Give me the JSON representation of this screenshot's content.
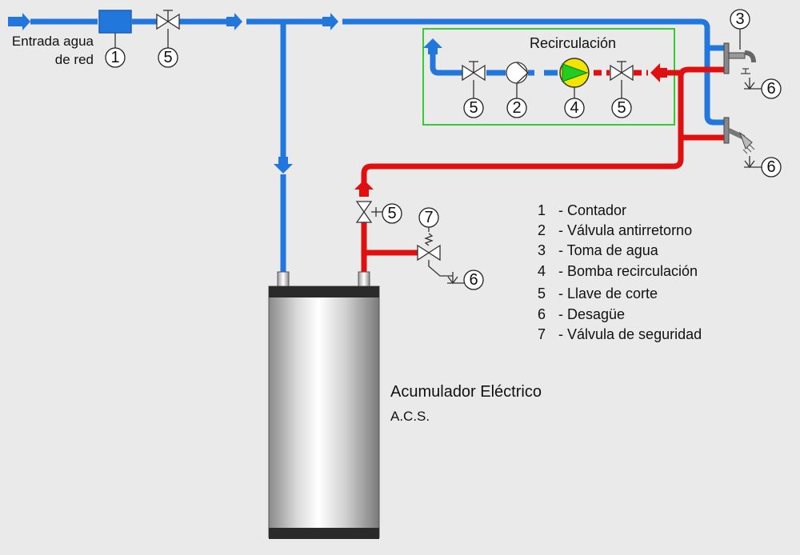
{
  "labels": {
    "inlet_line1": "Entrada agua",
    "inlet_line2": "de red",
    "recirculation": "Recirculación",
    "tank_title": "Acumulador Eléctrico",
    "tank_subtitle": "A.C.S."
  },
  "callouts": {
    "meter": "1",
    "valve_inlet": "5",
    "outlet_top": "3",
    "drain_top": "6",
    "drain_mid": "6",
    "valve_recirc_left": "5",
    "check_valve": "2",
    "pump": "4",
    "valve_recirc_right": "5",
    "valve_hot": "5",
    "safety_valve": "7",
    "drain_safety": "6"
  },
  "legend": [
    {
      "num": "1",
      "text": "- Contador"
    },
    {
      "num": "2",
      "text": "- Válvula antirretorno"
    },
    {
      "num": "3",
      "text": "- Toma de agua"
    },
    {
      "num": "4",
      "text": "- Bomba recirculación"
    },
    {
      "num": "5",
      "text": "- Llave de corte"
    },
    {
      "num": "6",
      "text": "- Desagüe"
    },
    {
      "num": "7",
      "text": "- Válvula de seguridad"
    }
  ],
  "colors": {
    "cold_pipe": "#2277dd",
    "hot_pipe": "#e01010",
    "recirculation_box": "#33cc33",
    "pump": "#f2e600",
    "background": "#eaeaea"
  }
}
